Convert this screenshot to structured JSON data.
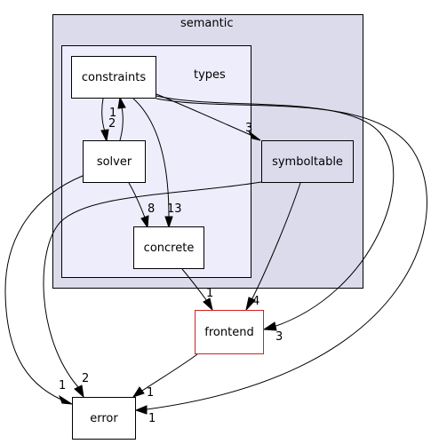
{
  "clusters": {
    "semantic": "semantic",
    "types": "types"
  },
  "nodes": {
    "constraints": "constraints",
    "solver": "solver",
    "concrete": "concrete",
    "symboltable": "symboltable",
    "frontend": "frontend",
    "error": "error"
  },
  "edge_labels": {
    "constraints_to_solver": "1",
    "solver_to_constraints": "2",
    "constraints_to_concrete": "13",
    "constraints_to_symboltable": "3",
    "constraints_to_frontend": "3",
    "constraints_to_error": "1",
    "solver_to_concrete": "8",
    "solver_to_error": "1",
    "symboltable_to_frontend": "4",
    "symboltable_to_error": "2",
    "concrete_to_frontend": "1",
    "frontend_to_error": "1"
  },
  "colors": {
    "outer_cluster_fill": "#dcdbeb",
    "inner_cluster_fill": "#eeedfc",
    "symboltable_fill": "#dcdbeb",
    "frontend_border": "#d42020"
  }
}
